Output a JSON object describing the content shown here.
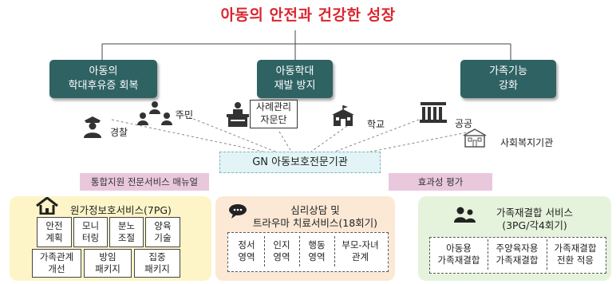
{
  "title": "아동의 안전과 건강한 성장",
  "goals": [
    {
      "line1": "아동의",
      "line2": "학대후유증 회복"
    },
    {
      "line1": "아동학대",
      "line2": "재발 방지"
    },
    {
      "line1": "가족기능",
      "line2": "강화"
    }
  ],
  "stakeholders": {
    "police": "경찰",
    "residents": "주민",
    "case_committee_line1": "사례관리",
    "case_committee_line2": "자문단",
    "school": "학교",
    "public": "공공",
    "welfare": "사회복지기관"
  },
  "center": "GN 아동보호전문기관",
  "tags": {
    "manual": "통합지원 전문서비스 매뉴얼",
    "evaluation": "효과성 평가"
  },
  "panels": {
    "left": {
      "title": "원가정보호서비스(7PG)",
      "cells_row1": [
        {
          "l1": "안전",
          "l2": "계획"
        },
        {
          "l1": "모니",
          "l2": "터링"
        },
        {
          "l1": "분노",
          "l2": "조절"
        },
        {
          "l1": "양육",
          "l2": "기술"
        }
      ],
      "cells_row2": [
        {
          "l1": "가족관계",
          "l2": "개선"
        },
        {
          "l1": "방임",
          "l2": "패키지"
        },
        {
          "l1": "집중",
          "l2": "패키지"
        }
      ]
    },
    "middle": {
      "title_line1": "심리상담 및",
      "title_line2": "트라우마 치료서비스(18회기)",
      "cells": [
        {
          "l1": "정서",
          "l2": "영역"
        },
        {
          "l1": "인지",
          "l2": "영역"
        },
        {
          "l1": "행동",
          "l2": "영역"
        },
        {
          "l1": "부모-자녀",
          "l2": "관계"
        }
      ]
    },
    "right": {
      "title_line1": "가족재결합 서비스",
      "title_line2": "(3PG/각4회기)",
      "cells": [
        {
          "l1": "아동용",
          "l2": "가족재결합"
        },
        {
          "l1": "주양육자용",
          "l2": "가족재결합"
        },
        {
          "l1": "가족재결합",
          "l2": "전환 적응"
        }
      ]
    }
  },
  "colors": {
    "title": "#d9262e",
    "goal_box": "#2f6263",
    "center_box": "#e2f4f6",
    "tag": "#e9c8de",
    "panel_left": "#fdf5c8",
    "panel_middle": "#fbe8d5",
    "panel_right": "#e6f3dc"
  },
  "icons": [
    "house-icon",
    "chat-bubble-icon",
    "family-icon",
    "police-officer-icon",
    "residents-icon",
    "committee-icon",
    "school-icon",
    "building-icon",
    "welfare-building-icon"
  ]
}
